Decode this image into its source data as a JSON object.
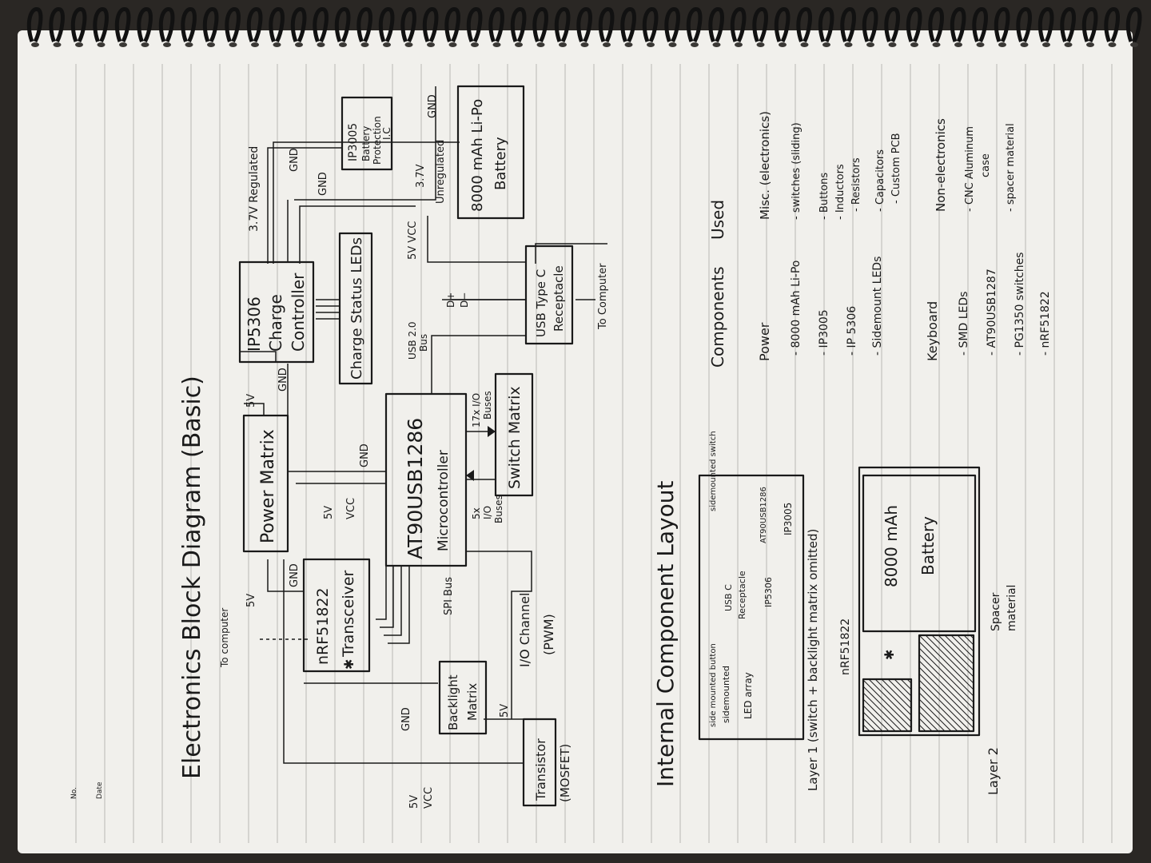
{
  "notebook": {
    "margin_no_label": "No.",
    "margin_date_label": "Date"
  },
  "block_diagram": {
    "title": "Electronics Block Diagram (Basic)",
    "blocks": {
      "power_matrix": "Power Matrix",
      "ip5306_line1": "IP5306",
      "ip5306_line2": "Charge",
      "ip5306_line3": "Controller",
      "ip3005_line1": "IP3005",
      "ip3005_line2": "Battery",
      "ip3005_line3": "Protection",
      "ip3005_line4": "I.C",
      "battery_line1": "8000 mAh Li-Po",
      "battery_line2": "Battery",
      "charge_leds": "Charge Status LEDs",
      "usb_line1": "USB Type C",
      "usb_line2": "Receptacle",
      "mcu_line1": "AT90USB1286",
      "mcu_line2": "Microcontroller",
      "switch_matrix": "Switch Matrix",
      "nrf_line1": "nRF51822",
      "nrf_line2": "Transceiver",
      "backlight_line1": "Backlight",
      "backlight_line2": "Matrix",
      "transistor_line1": "Transistor",
      "transistor_line2": "(MOSFET)"
    },
    "labels": {
      "v33_regulated": "3.7V Regulated",
      "v37_unregulated_a": "3.7V",
      "v37_unregulated_b": "Unregulated",
      "gnd": "GND",
      "v5": "5V",
      "vcc": "VCC",
      "v5_vcc": "5V VCC",
      "usb2_bus_a": "USB 2.0",
      "usb2_bus_b": "Bus",
      "to_computer": "To Computer",
      "to_computer_lower": "To computer",
      "io17_a": "17x I/O",
      "io17_b": "Buses",
      "io5_a": "5x",
      "io5_b": "I/O",
      "io5_c": "Buses",
      "spi_bus": "SPI Bus",
      "io_channel_a": "I/O Channel",
      "io_channel_b": "(PWM)",
      "d_plus": "D+",
      "d_minus": "D−"
    }
  },
  "layout_section": {
    "title": "Internal Component Layout",
    "layer1_label": "Layer 1 (switch + backlight matrix omitted)",
    "layer2_label": "Layer 2",
    "layer1_items": {
      "side_button": "side mounted button",
      "sidemounted": "sidemounted",
      "led_array": "LED array",
      "usb_c": "USB C",
      "receptacle": "Receptacle",
      "ip5306": "IP5306",
      "at90": "AT90USB1286",
      "ip3005": "IP3005",
      "side_switch": "sidemounted switch"
    },
    "layer2_items": {
      "nrf": "nRF51822",
      "battery_a": "8000 mAh",
      "battery_b": "Battery",
      "spacer_a": "Spacer",
      "spacer_b": "material"
    }
  },
  "components": {
    "heading_a": "Components",
    "heading_b": "Used",
    "power": {
      "title": "Power",
      "items": [
        "- 8000 mAh Li-Po",
        "- IP3005",
        "- IP 5306",
        "- Sidemount LEDs"
      ]
    },
    "keyboard": {
      "title": "Keyboard",
      "items": [
        "- SMD LEDs",
        "- AT90USB1287",
        "- PG1350 switches",
        "- nRF51822"
      ]
    },
    "misc": {
      "title": "Misc. (electronics)",
      "items": [
        "- switches (sliding)",
        "- Buttons",
        "- Inductors",
        "- Resistors",
        "- Capacitors",
        "- Custom PCB"
      ]
    },
    "non_electronics": {
      "title": "Non-electronics",
      "items": [
        "- CNC Aluminum",
        "case",
        "- spacer material"
      ]
    }
  }
}
